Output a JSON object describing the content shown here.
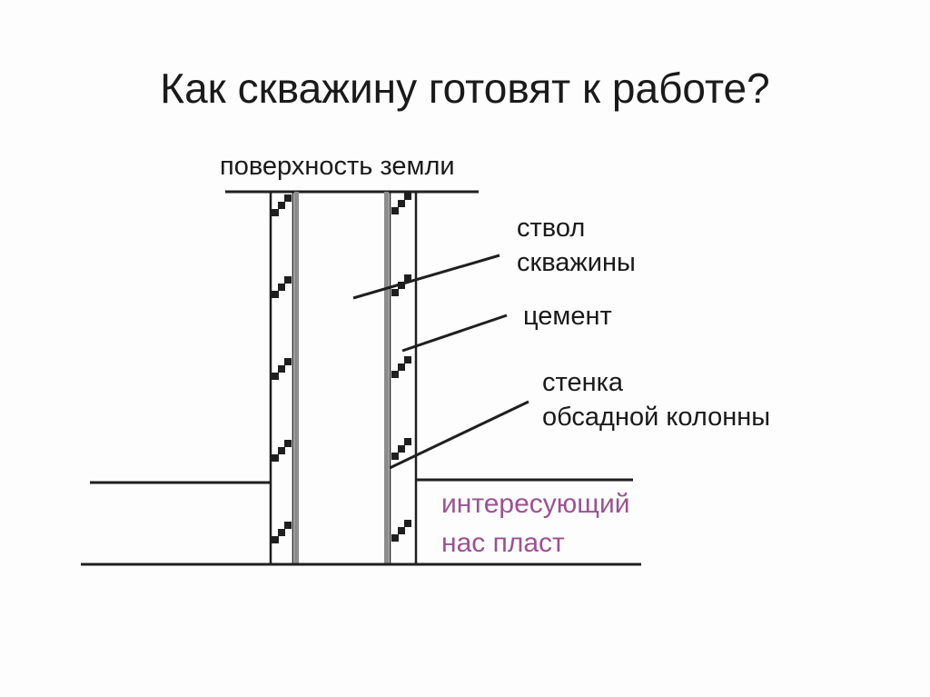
{
  "slide": {
    "title": "Как скважину готовят к работе?"
  },
  "diagram": {
    "surface_label": "поверхность земли",
    "borehole_label": {
      "line1": "ствол",
      "line2": "скважины"
    },
    "cement_label": "цемент",
    "casing_label": {
      "line1": "стенка",
      "line2": "обсадной колонны"
    },
    "formation_label": {
      "line1": "интересующий",
      "line2": "нас пласт"
    }
  },
  "colors": {
    "ink": "#1f1f1f",
    "text": "#1a1a1a",
    "casing_gray": "#8c8c8c",
    "formation_text": "#9c5290",
    "background": "#fdfdfd"
  }
}
